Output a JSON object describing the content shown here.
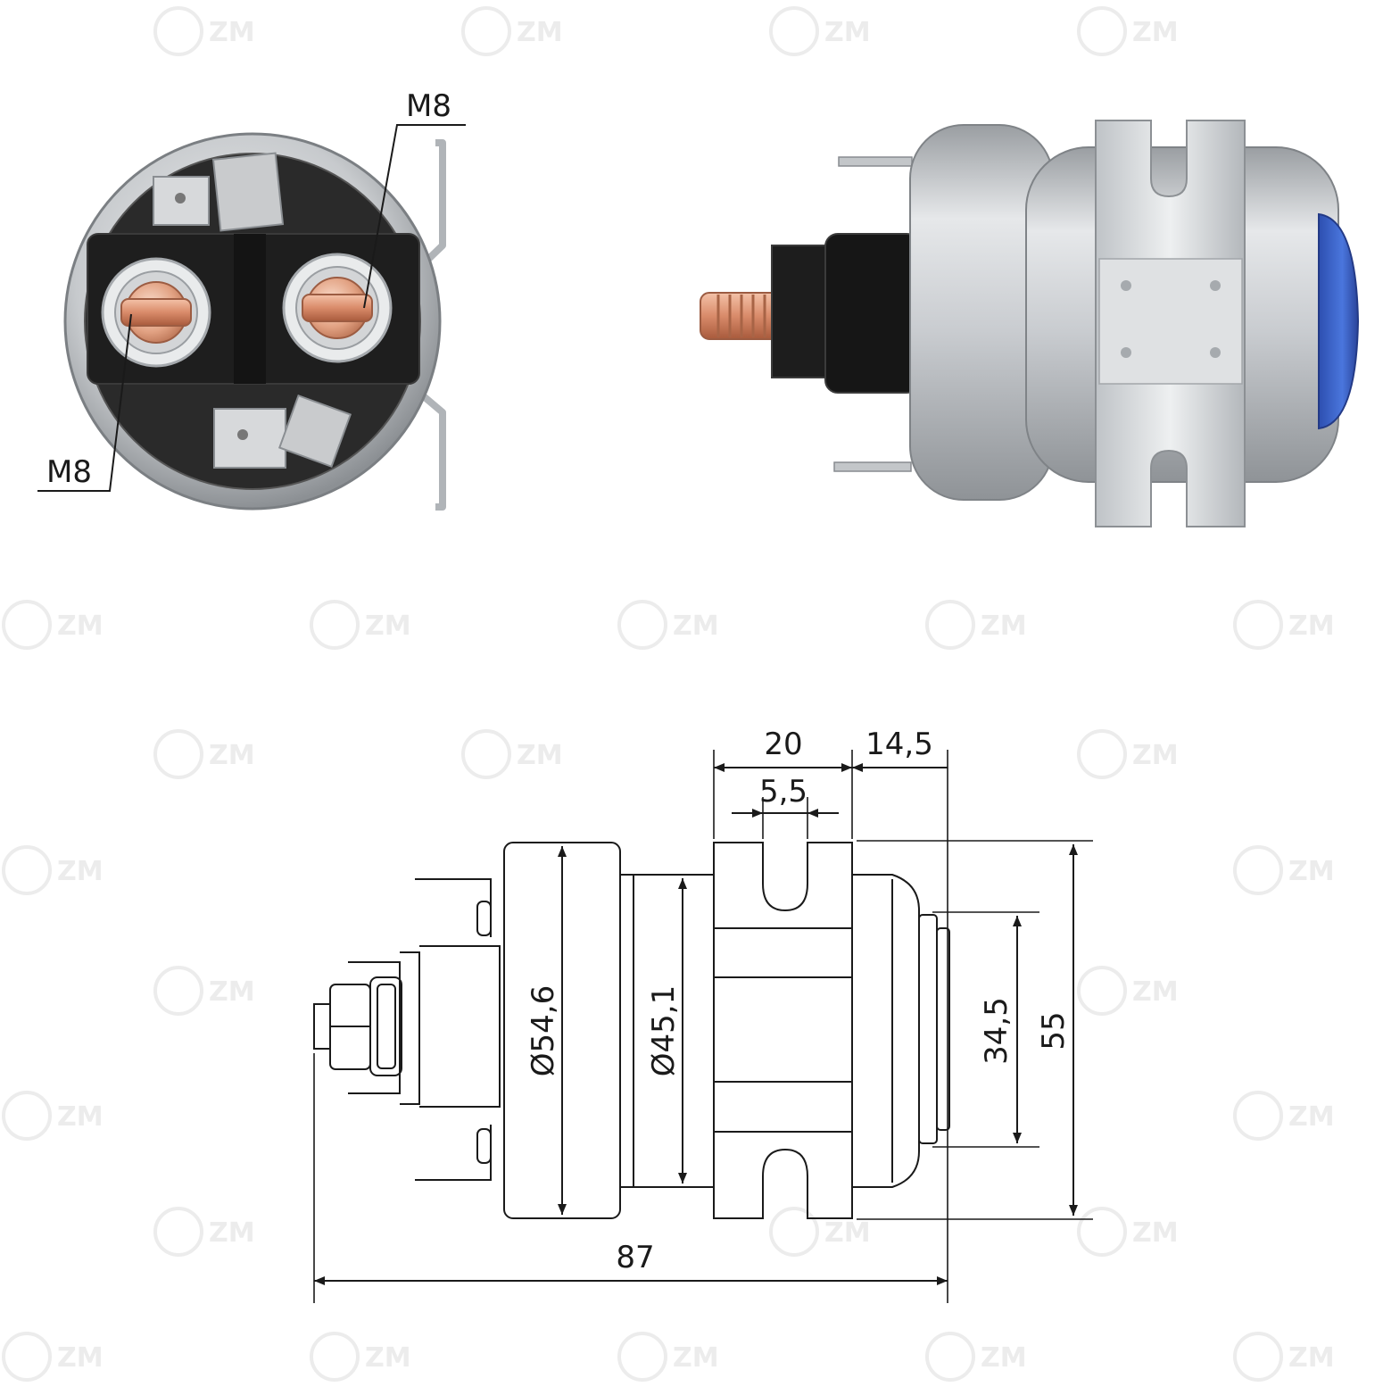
{
  "watermark": {
    "text": "ZM",
    "color": "#ececec"
  },
  "colors": {
    "housing": "#c9ccd0",
    "terminal_block": "#222222",
    "copper": "#d98b6a",
    "cap": "#3b63c9",
    "line": "#1a1a1a"
  },
  "front_view": {
    "callout_top": "M8",
    "callout_bottom": "M8"
  },
  "drawing": {
    "dims": {
      "overall_length": "87",
      "bracket_width": "20",
      "slot_width": "5,5",
      "rear_length": "14,5",
      "outer_diameter": "Ø54,6",
      "body_diameter": "Ø45,1",
      "cap_height": "34,5",
      "overall_height": "55"
    }
  }
}
